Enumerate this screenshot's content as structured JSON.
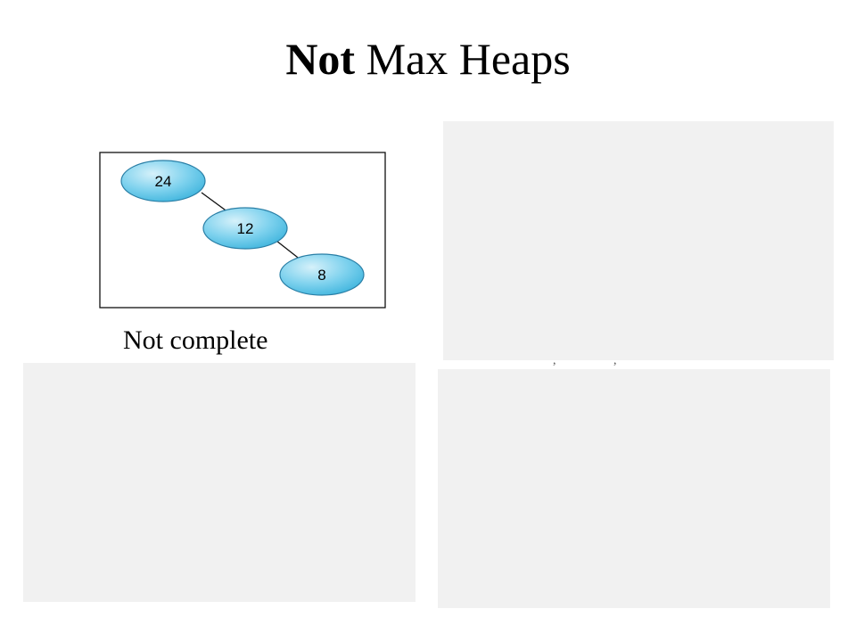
{
  "slide": {
    "title_bold": "Not",
    "title_rest": " Max Heaps"
  },
  "tree": {
    "nodes": [
      {
        "id": "root",
        "value": "24"
      },
      {
        "id": "child",
        "value": "12"
      },
      {
        "id": "grandchild",
        "value": "8"
      }
    ],
    "node_fill": "#56c3e6",
    "node_highlight": "#d6f1fa",
    "node_stroke": "#2a7fa6"
  },
  "caption": "Not complete",
  "placeholder_color": "#f1f1f1"
}
